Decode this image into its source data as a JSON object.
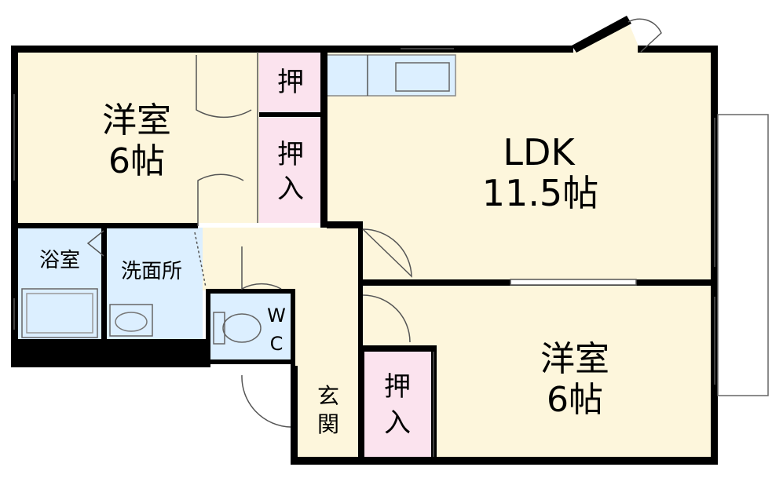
{
  "rooms": {
    "western_room_top_left": {
      "name": "洋室",
      "size": "6帖"
    },
    "ldk": {
      "name": "LDK",
      "size": "11.5帖"
    },
    "western_room_bottom_right": {
      "name": "洋室",
      "size": "6帖"
    },
    "closet_small": {
      "label": "押"
    },
    "closet_top": {
      "line1": "押",
      "line2": "入"
    },
    "closet_bottom": {
      "line1": "押",
      "line2": "入"
    },
    "bathroom": {
      "label": "浴室"
    },
    "washroom": {
      "label": "洗面所"
    },
    "toilet": {
      "line1": "W",
      "line2": "C"
    },
    "entrance": {
      "line1": "玄",
      "line2": "関"
    }
  },
  "colors": {
    "wall": "#000000",
    "living": "#fdf6dc",
    "closet": "#fbe3ee",
    "water": "#dcefff"
  }
}
